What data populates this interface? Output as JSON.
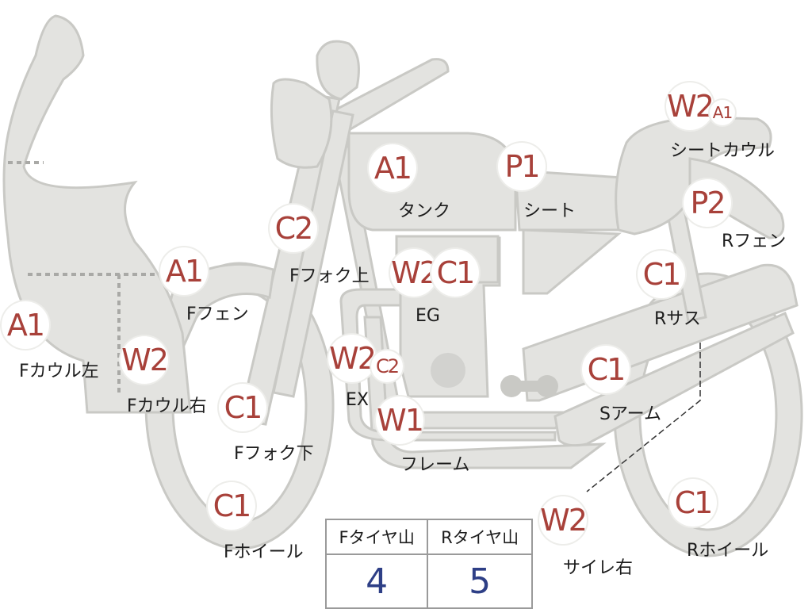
{
  "colors": {
    "part_fill": "#e3e3e0",
    "part_stroke": "#c9c9c5",
    "badge_text": "#a8413a",
    "tire_value": "#2e3f86"
  },
  "markers": [
    {
      "id": "fcowl-left-a1",
      "code": "A1",
      "label": "Fカウル左"
    },
    {
      "id": "fcowl-right-w2",
      "code": "W2",
      "label": "Fカウル右"
    },
    {
      "id": "ffender-a1",
      "code": "A1",
      "label": "Fフェン"
    },
    {
      "id": "ffork-upper-c2",
      "code": "C2",
      "label": "Fフォク上"
    },
    {
      "id": "ffork-lower-c1",
      "code": "C1",
      "label": "Fフォク下"
    },
    {
      "id": "fwheel-c1",
      "code": "C1",
      "label": "Fホイール"
    },
    {
      "id": "tank-a1",
      "code": "A1",
      "label": "タンク"
    },
    {
      "id": "seat-p1",
      "code": "P1",
      "label": "シート"
    },
    {
      "id": "eg-w2",
      "code": "W2",
      "label": "EG"
    },
    {
      "id": "eg-c1",
      "code": "C1",
      "label": ""
    },
    {
      "id": "ex-w2",
      "code": "W2",
      "label": "EX"
    },
    {
      "id": "ex-c2",
      "code": "C2",
      "label": ""
    },
    {
      "id": "frame-w1",
      "code": "W1",
      "label": "フレーム"
    },
    {
      "id": "seatcowl-w2",
      "code": "W2",
      "label": "シートカウル"
    },
    {
      "id": "seatcowl-a1",
      "code": "A1",
      "label": ""
    },
    {
      "id": "rfender-p2",
      "code": "P2",
      "label": "Rフェン"
    },
    {
      "id": "rsus-c1",
      "code": "C1",
      "label": "Rサス"
    },
    {
      "id": "swingarm-c1",
      "code": "C1",
      "label": "Sアーム"
    },
    {
      "id": "muffler-right-w2",
      "code": "W2",
      "label": "サイレ右"
    },
    {
      "id": "rwheel-c1",
      "code": "C1",
      "label": "Rホイール"
    }
  ],
  "tire_table": {
    "headers": [
      "Fタイヤ山",
      "Rタイヤ山"
    ],
    "values": [
      "4",
      "5"
    ]
  }
}
